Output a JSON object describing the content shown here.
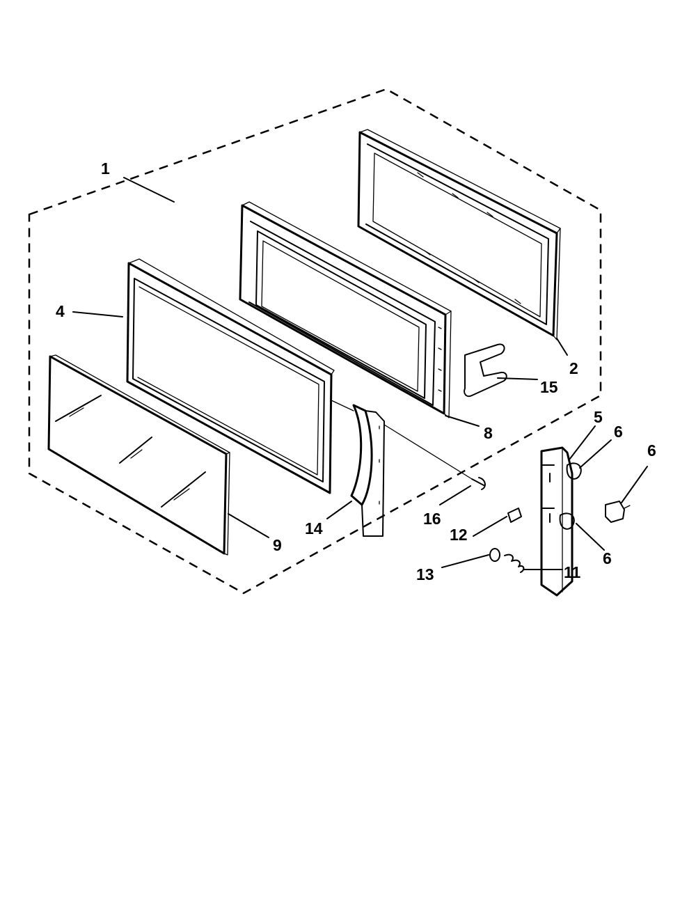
{
  "callouts": [
    {
      "id": "1",
      "text": "1"
    },
    {
      "id": "2",
      "text": "2"
    },
    {
      "id": "4",
      "text": "4"
    },
    {
      "id": "5",
      "text": "5"
    },
    {
      "id": "6a",
      "text": "6"
    },
    {
      "id": "6b",
      "text": "6"
    },
    {
      "id": "6c",
      "text": "6"
    },
    {
      "id": "8",
      "text": "8"
    },
    {
      "id": "9",
      "text": "9"
    },
    {
      "id": "11",
      "text": "11"
    },
    {
      "id": "12",
      "text": "12"
    },
    {
      "id": "13",
      "text": "13"
    },
    {
      "id": "14",
      "text": "14"
    },
    {
      "id": "15",
      "text": "15"
    },
    {
      "id": "16",
      "text": "16"
    }
  ]
}
